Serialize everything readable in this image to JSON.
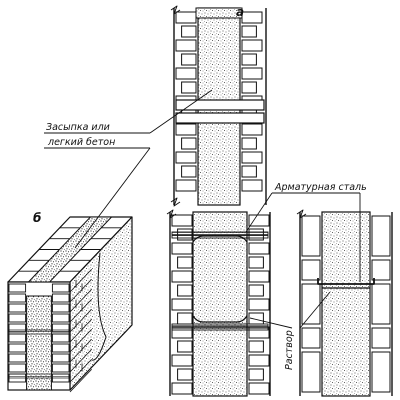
{
  "figure": {
    "label_a": "а",
    "label_b": "б",
    "label_fill_line1": "Засыпка или",
    "label_fill_line2": "легкий бетон",
    "label_rebar": "Арматурная сталь",
    "label_mortar": "Раствор"
  },
  "colors": {
    "ink": "#111111",
    "paper": "#ffffff",
    "speckle": "#333333"
  }
}
